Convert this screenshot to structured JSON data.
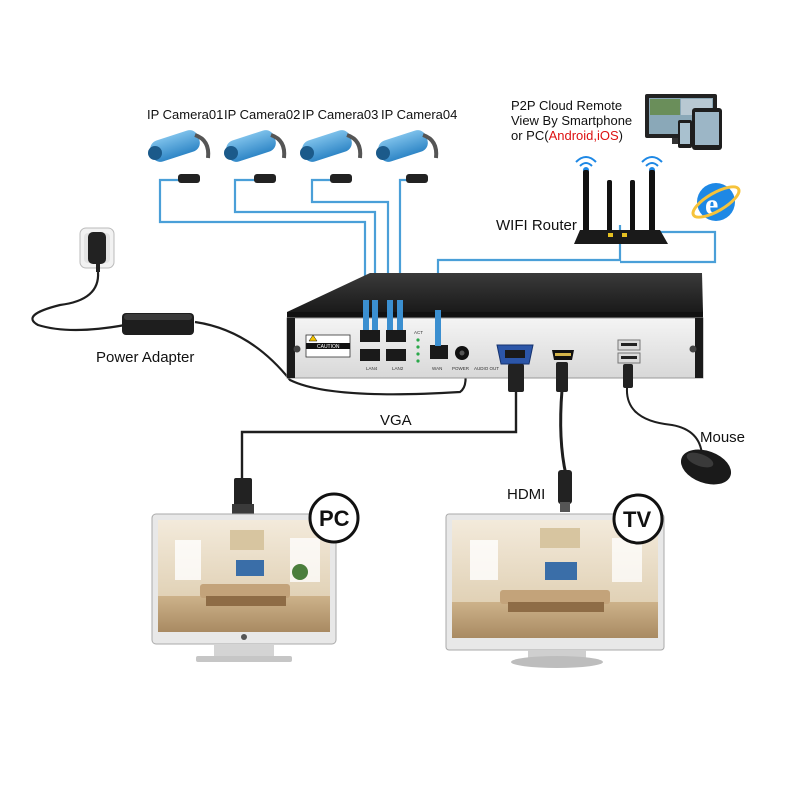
{
  "cameras": [
    {
      "label": "IP Camera01"
    },
    {
      "label": "IP Camera02"
    },
    {
      "label": "IP Camera03"
    },
    {
      "label": "IP Camera04"
    }
  ],
  "cloud": {
    "line1": "P2P Cloud Remote",
    "line2": "View By Smartphone",
    "line3_prefix": "or PC(",
    "line3_highlight": "Android,iOS",
    "line3_suffix": ")"
  },
  "labels": {
    "wifi_router": "WIFI Router",
    "power_adapter": "Power Adapter",
    "vga": "VGA",
    "hdmi": "HDMI",
    "mouse": "Mouse",
    "pc": "PC",
    "tv": "TV",
    "caution": "CAUTION",
    "lan4": "LAN4",
    "lan2": "LAN2",
    "wan": "WAN",
    "power": "POWER",
    "audio_out": "AUDIO OUT",
    "act": "ACT"
  },
  "colors": {
    "cable": "#4a9fd8",
    "dark": "#1c1c1c",
    "highlight_text": "#dd1111",
    "ie_blue": "#1e88e5"
  }
}
